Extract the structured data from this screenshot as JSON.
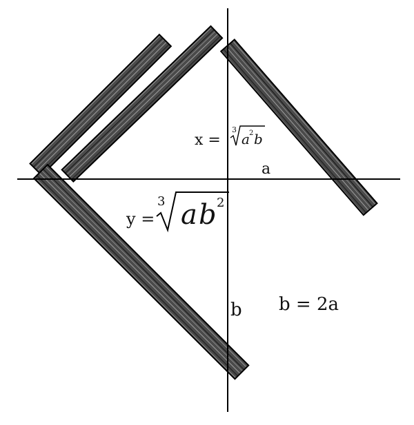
{
  "labels": {
    "a": "a",
    "b": "b",
    "relation": "b = 2a",
    "x_formula": {
      "prefix": "x =",
      "root_index": "3",
      "radicand_base_1": "a",
      "radicand_exp_1": "2",
      "radicand_base_2": "b"
    },
    "y_formula": {
      "prefix": "y =",
      "root_index": "3",
      "radicand_base_1": "a",
      "radicand_base_2": "b",
      "radicand_exp_2": "2"
    }
  },
  "colors": {
    "axis": "#000000",
    "plank": "#3a3a3a",
    "plank_edge": "#000000",
    "background": "#ffffff"
  }
}
